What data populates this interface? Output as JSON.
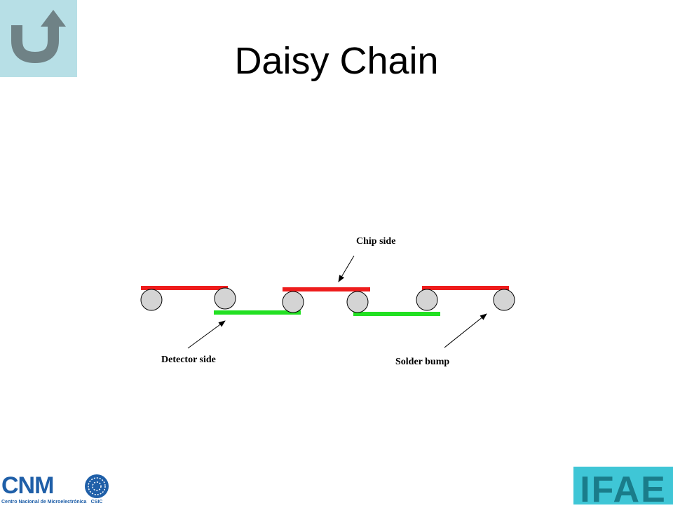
{
  "slide": {
    "title": "Daisy Chain",
    "labels": {
      "chip_side": "Chip side",
      "detector_side": "Detector side",
      "solder_bump": "Solder bump"
    }
  },
  "icons": {
    "back": "return-arrow-icon"
  },
  "logos": {
    "left": {
      "mark": "CNM",
      "subtitle": "Centro Nacional de Microelectrónica",
      "org": "CSIC"
    },
    "right": {
      "mark": "IFAE"
    }
  },
  "colors": {
    "chip_side": "#ee1c1c",
    "detector_side": "#22e022",
    "solder_bump": "#d4d4d4",
    "back_button_bg": "#b7dfe6",
    "back_arrow": "#6f8286",
    "cnm_blue": "#1f5fa8",
    "ifae_bg": "#3fc6d6"
  }
}
